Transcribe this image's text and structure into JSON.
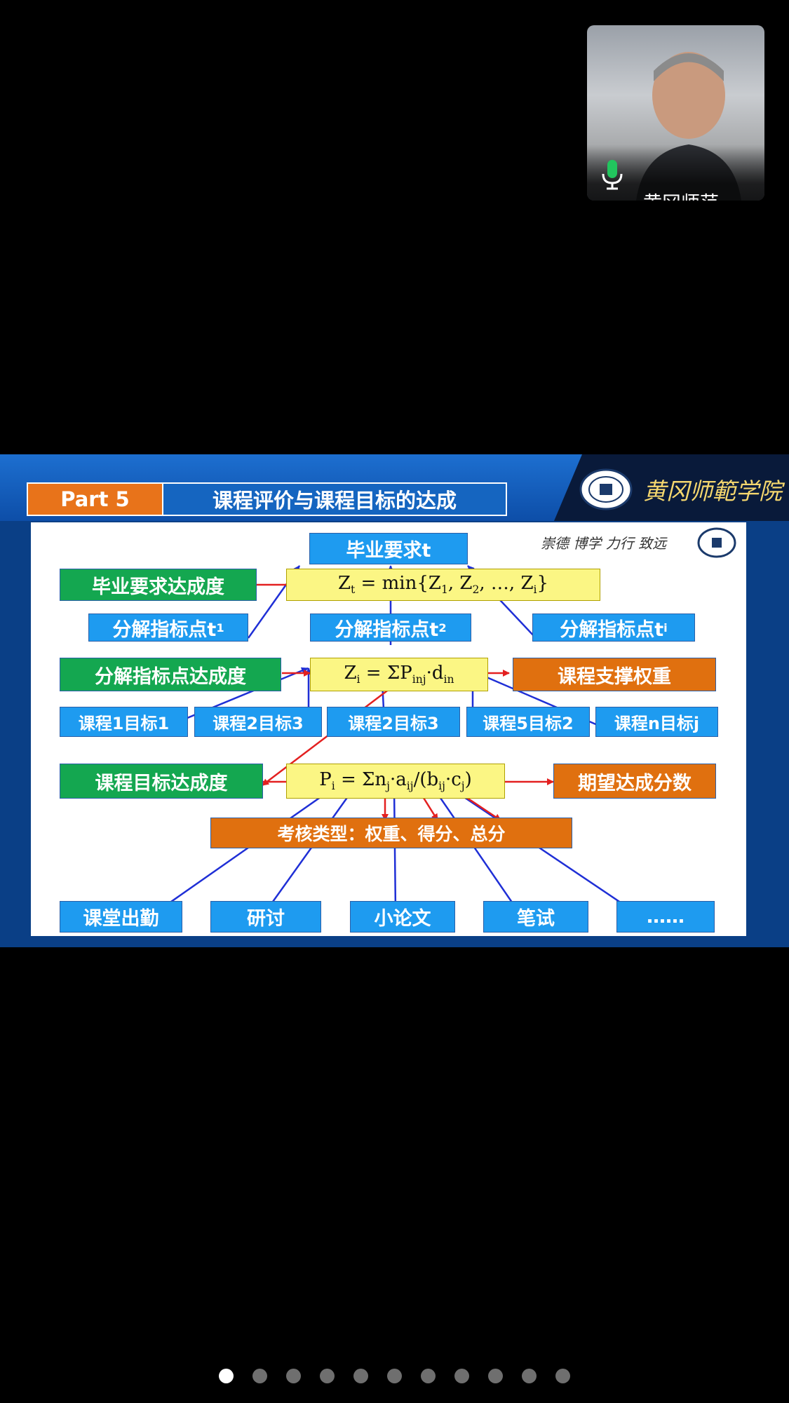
{
  "participant": {
    "name": "黄冈师范…",
    "mic_state": "on"
  },
  "slide": {
    "part_label": "Part 5",
    "title": "课程评价与课程目标的达成",
    "school_name": "黄冈师範学院",
    "motto": "崇德 博学 力行 致远",
    "nodes": {
      "grad_req": "毕业要求t",
      "grad_achieve": "毕业要求达成度",
      "formula_z": "Z_t = min{Z_1, Z_2, ..., Z_i}",
      "decomp1": "分解指标点t",
      "decomp2": "分解指标点t",
      "decomp3": "分解指标点t",
      "decomp_achieve": "分解指标点达成度",
      "formula_zi": "Z_i = ΣP_inj·d_in",
      "support_weight": "课程支撑权重",
      "course1": "课程1目标1",
      "course2": "课程2目标3",
      "course3": "课程2目标3",
      "course4": "课程5目标2",
      "course5": "课程n目标j",
      "course_achieve": "课程目标达成度",
      "formula_pi": "P_i = Σn_j·a_ij/(b_ij·c_j)",
      "expected_score": "期望达成分数",
      "assess_type": "考核类型：权重、得分、总分",
      "assess1": "课堂出勤",
      "assess2": "研讨",
      "assess3": "小论文",
      "assess4": "笔试",
      "assess5": "……"
    },
    "colors": {
      "blue": "#1e9bf0",
      "green": "#14a750",
      "orange": "#e0700f",
      "yellow": "#fbf684",
      "arrow_blue": "#1f2fd6",
      "arrow_red": "#e32020"
    }
  },
  "pager": {
    "total": 11,
    "active_index": 0
  }
}
